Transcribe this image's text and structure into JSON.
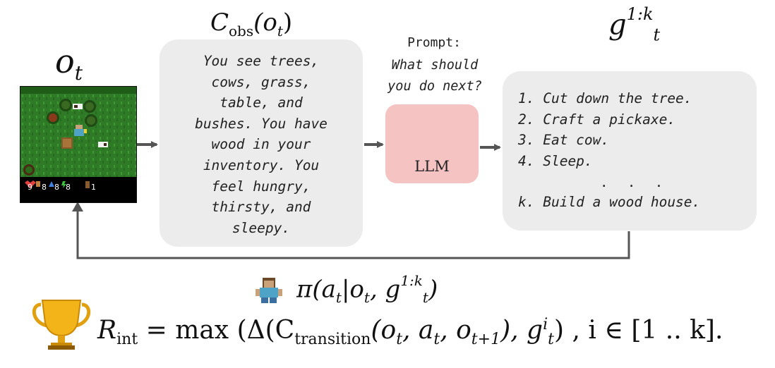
{
  "labels": {
    "observation": "o",
    "observation_sub": "t",
    "captioner": "C",
    "captioner_sub": "obs",
    "captioner_arg": "(o",
    "captioner_arg_sub": "t",
    "captioner_close": ")",
    "goals": "g",
    "goals_sup": "1:k",
    "goals_sub": "t"
  },
  "observation_caption": "You see trees,\ncows, grass,\ntable, and\nbushes. You have\nwood in your\ninventory. You\nfeel hungry,\nthirsty, and\nsleepy.",
  "prompt": {
    "title": "Prompt:",
    "text": "What should\nyou do next?"
  },
  "llm": {
    "label": "LLM"
  },
  "goals_list": {
    "items": [
      "1. Cut down the tree.",
      "2. Craft a pickaxe.",
      "3. Eat cow.",
      "4. Sleep."
    ],
    "ellipsis": ". . .",
    "last": "k. Build a wood house."
  },
  "game_hud": {
    "health": "9",
    "food": "8",
    "drink": "8",
    "energy": "8",
    "wood": "1"
  },
  "policy": {
    "pi": "π",
    "open": "(a",
    "a_sub": "t",
    "bar": "|o",
    "o_sub": "t",
    "comma_g": ", g",
    "g_sup": "1:k",
    "g_sub": "t",
    "close": ")"
  },
  "reward": {
    "R": "R",
    "R_sub": "int",
    "eq_max": " = max ",
    "open": "(Δ(C",
    "C_sub": "transition",
    "args": "(o",
    "args_sub1": "t",
    "args2": ", a",
    "args_sub2": "t",
    "args3": ", o",
    "args_sub3": "t+1",
    "args4": "), g",
    "g_sup": "i",
    "g_sub": "t",
    "close": ") , i ∈ [1 .. k]."
  },
  "colors": {
    "box_gray": "#ececec",
    "llm_pink": "#f6c3c3",
    "arrow": "#555555",
    "grass": "#2f7a26",
    "trophy_gold": "#f2b418"
  },
  "icons": [
    "trophy-icon",
    "agent-icon",
    "neural-network-icon",
    "game-frame"
  ]
}
